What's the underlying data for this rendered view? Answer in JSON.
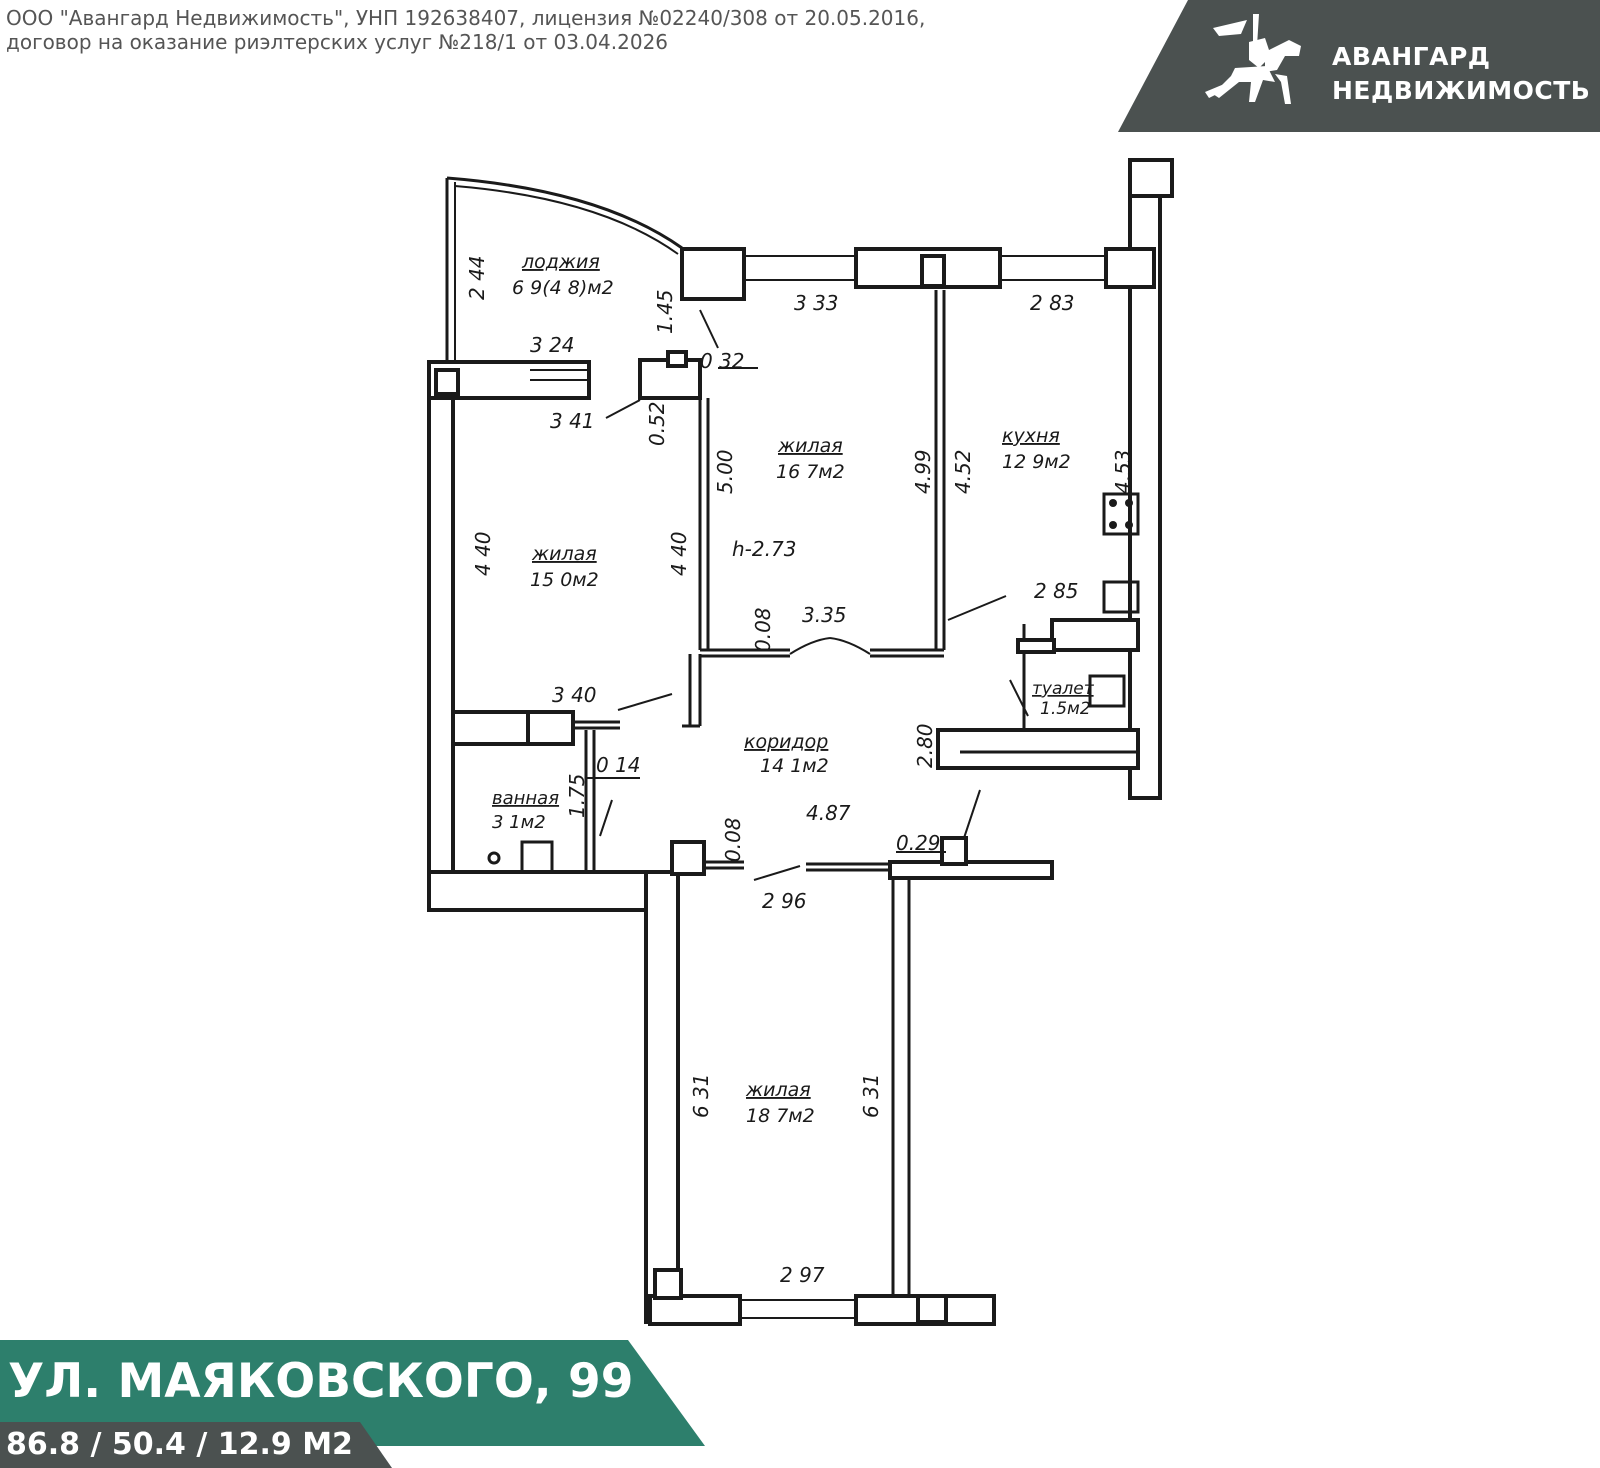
{
  "license": {
    "line1": "ООО \"Авангард Недвижимость\", УНП 192638407, лицензия №02240/308 от 20.05.2016,",
    "line2": "договор на оказание риэлтерских услуг №218/1 от 03.04.2026"
  },
  "brand": {
    "line1": "АВАНГАРД",
    "line2": "НЕДВИЖИМОСТЬ",
    "logo_icon": "knight-on-horse-icon"
  },
  "listing": {
    "address": "УЛ. МАЯКОВСКОГО, 99",
    "areas": "86.8 / 50.4 / 12.9 М2"
  },
  "colors": {
    "brand_gray": "#4b5150",
    "address_green": "#2d7f6c"
  },
  "plan": {
    "rooms": {
      "loggia": {
        "name": "лоджия",
        "area": "6 9(4 8)м2"
      },
      "living_center": {
        "name": "жилая",
        "area": "16 7м2"
      },
      "kitchen": {
        "name": "кухня",
        "area": "12 9м2"
      },
      "living_left": {
        "name": "жилая",
        "area": "15 0м2"
      },
      "corridor": {
        "name": "коридор",
        "area": "14 1м2"
      },
      "toilet": {
        "name": "туалет",
        "area": "1.5м2"
      },
      "bathroom": {
        "name": "ванная",
        "area": "3 1м2"
      },
      "living_bottom": {
        "name": "жилая",
        "area": "18 7м2"
      }
    },
    "ceiling_height": "h-2.73",
    "dims": {
      "d244": "2 44",
      "d324": "3 24",
      "d145": "1.45",
      "d032": "0 32",
      "d333": "3 33",
      "d283": "2 83",
      "d341": "3 41",
      "d052": "0.52",
      "d500": "5.00",
      "d499": "4.99",
      "d452": "4.52",
      "d453": "4.53",
      "d440a": "4 40",
      "d440b": "4 40",
      "d285": "2 85",
      "d008a": "0.08",
      "d335": "3.35",
      "d340": "3 40",
      "d280": "2.80",
      "d014": "0 14",
      "d175": "1.75",
      "d008b": "0.08",
      "d487": "4.87",
      "d029": "0.29",
      "d296": "2 96",
      "d631a": "6 31",
      "d631b": "6 31",
      "d297": "2 97"
    }
  }
}
